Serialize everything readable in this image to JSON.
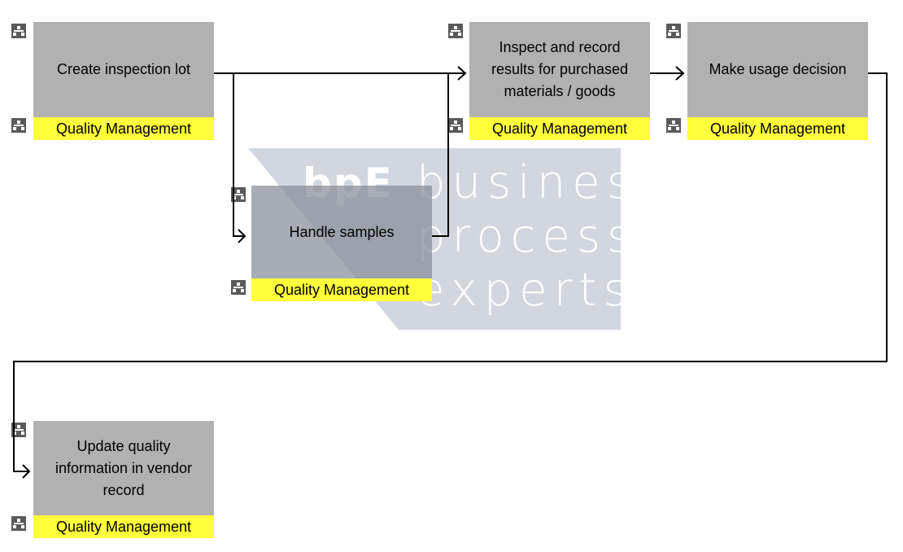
{
  "colors": {
    "box": "#b1b1b1",
    "lane": "#ffff3b",
    "icon": "#5a5a5a",
    "connector": "#000000",
    "watermark": "#d2d6df"
  },
  "icon_name": "org-unit-icon",
  "watermark": {
    "logo": "bpE",
    "line1": "business",
    "line2": "process",
    "line3": "experts"
  },
  "steps": [
    {
      "id": "create-inspection-lot",
      "label": "Create inspection lot",
      "org_unit": "Quality Management"
    },
    {
      "id": "handle-samples",
      "label": "Handle samples",
      "org_unit": "Quality Management"
    },
    {
      "id": "inspect-and-record-results",
      "label": "Inspect and record results for purchased materials / goods",
      "org_unit": "Quality Management"
    },
    {
      "id": "make-usage-decision",
      "label": "Make usage decision",
      "org_unit": "Quality Management"
    },
    {
      "id": "update-vendor-quality-info",
      "label": "Update quality information in vendor record",
      "org_unit": "Quality Management"
    }
  ]
}
